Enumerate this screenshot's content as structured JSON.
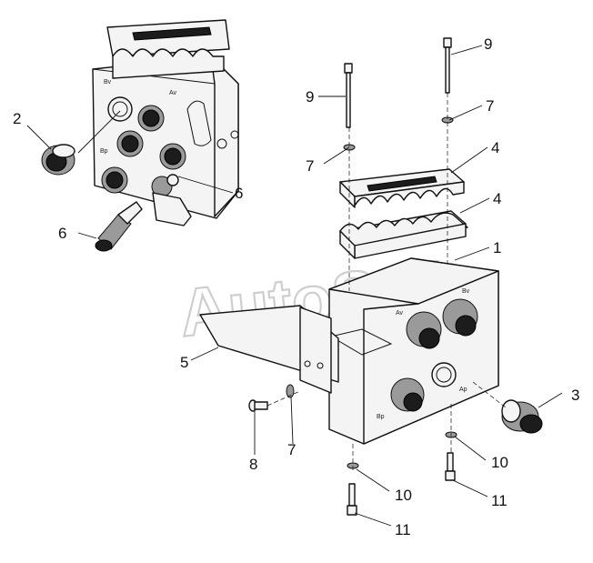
{
  "watermark": "AutoSoft",
  "callouts": {
    "c1": "1",
    "c2": "2",
    "c3": "3",
    "c4a": "4",
    "c4b": "4",
    "c5": "5",
    "c6a": "6",
    "c6b": "6",
    "c7a": "7",
    "c7b": "7",
    "c7c": "7",
    "c8": "8",
    "c9a": "9",
    "c9b": "9",
    "c10a": "10",
    "c10b": "10",
    "c11a": "11",
    "c11b": "11"
  },
  "port_marks": {
    "top_bv": "Bv",
    "top_av": "Av",
    "top_bp": "Bp",
    "main_av": "Av",
    "main_bv": "Bv",
    "main_ap": "Ap",
    "main_bp": "Bp"
  }
}
